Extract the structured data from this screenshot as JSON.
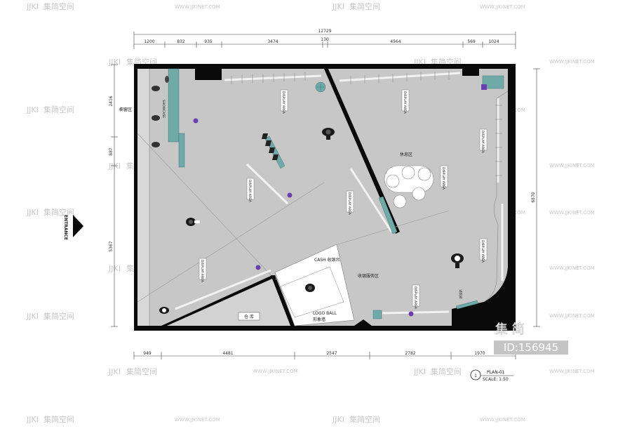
{
  "watermark": {
    "logo": "JJKI",
    "brand": "集简空间",
    "url": "WWW.JJKINET.COM",
    "badge_brand": "集 简",
    "badge_id": "ID:156945"
  },
  "dimensions": {
    "top_total": "12729",
    "top_center": "130",
    "top": [
      "1200",
      "832",
      "935",
      "3474",
      "4564",
      "569",
      "1024"
    ],
    "bottom": [
      "949",
      "4481",
      "2547",
      "2782",
      "1970"
    ],
    "left": [
      "2416",
      "887",
      "5367"
    ],
    "right": "6870"
  },
  "labels": {
    "entrance": "ENTRANCE",
    "showcase": "SHOWCASE",
    "rest_area_left": "橱窗区",
    "rest_area": "休息区",
    "cash": "CASH 收银台",
    "cash_service": "收银服务区",
    "logo_wall_en": "LOGO BALL",
    "logo_wall_cn": "形象墙",
    "storage": "仓 库",
    "fitting": "试衣间",
    "display_en": "DISPLAY AREA",
    "display_cn": "展示区"
  },
  "title_block": {
    "number": "1",
    "plan": "PLAN-01",
    "scale": "SCALE: 1:50"
  },
  "colors": {
    "floor": "#c7c7c7",
    "wall": "#0a0a0a",
    "teal": "#6fa9a8",
    "purple": "#6a3fb0"
  }
}
